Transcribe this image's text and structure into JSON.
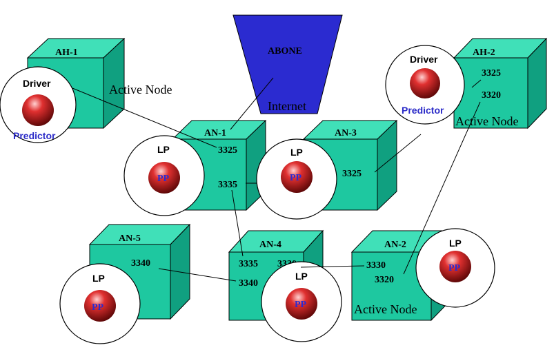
{
  "internet": {
    "label": "ABONE",
    "caption": "Internet",
    "color": "#2b2bd0"
  },
  "nodes": [
    {
      "id": "AH-1",
      "label": "AH-1",
      "caption": "Active Node",
      "ports": []
    },
    {
      "id": "AH-2",
      "label": "AH-2",
      "caption": "Active Node",
      "ports": [
        "3325",
        "3320"
      ]
    },
    {
      "id": "AN-1",
      "label": "AN-1",
      "caption": "",
      "ports": [
        "3325",
        "3335"
      ]
    },
    {
      "id": "AN-3",
      "label": "AN-3",
      "caption": "",
      "ports": [
        "3325"
      ]
    },
    {
      "id": "AN-5",
      "label": "AN-5",
      "caption": "",
      "ports": [
        "3340"
      ]
    },
    {
      "id": "AN-4",
      "label": "AN-4",
      "caption": "",
      "ports": [
        "3335",
        "3330",
        "3340"
      ]
    },
    {
      "id": "AN-2",
      "label": "AN-2",
      "caption": "Active Node",
      "ports": [
        "3330",
        "3320"
      ]
    }
  ],
  "discs": [
    {
      "id": "ah1-driver",
      "top": "Driver",
      "bottom": "Predictor"
    },
    {
      "id": "ah2-driver",
      "top": "Driver",
      "bottom": "Predictor"
    },
    {
      "id": "an1-lp",
      "top": "LP",
      "inner": "PP"
    },
    {
      "id": "an3-lp",
      "top": "LP",
      "inner": "PP"
    },
    {
      "id": "an5-lp",
      "top": "LP",
      "inner": "PP"
    },
    {
      "id": "an4-lp",
      "top": "LP",
      "inner": "PP"
    },
    {
      "id": "an2-lp",
      "top": "LP",
      "inner": "PP"
    }
  ],
  "colors": {
    "cube_front": "#1ec8a0",
    "cube_top": "#40e0b8",
    "cube_side": "#10a080",
    "sphere": "#d02020",
    "predictor": "#2b2bc8"
  }
}
